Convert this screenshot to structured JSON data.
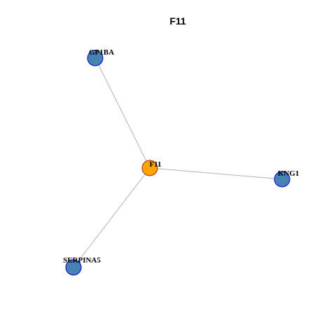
{
  "title": "F11",
  "colors": {
    "center_fill": "#FFA500",
    "center_stroke": "#A52A2A",
    "neighbor_fill": "#4682B4",
    "neighbor_stroke": "#0000CD",
    "edge": "#B3B3B3"
  },
  "network": {
    "center": {
      "id": "F11",
      "label": "F11"
    },
    "nodes": [
      {
        "id": "GP1BA",
        "label": "GP1BA"
      },
      {
        "id": "KNG1",
        "label": "KNG1"
      },
      {
        "id": "SERPINA5",
        "label": "SERPINA5"
      }
    ],
    "edges": [
      {
        "source": "F11",
        "target": "GP1BA"
      },
      {
        "source": "F11",
        "target": "KNG1"
      },
      {
        "source": "F11",
        "target": "SERPINA5"
      }
    ]
  }
}
